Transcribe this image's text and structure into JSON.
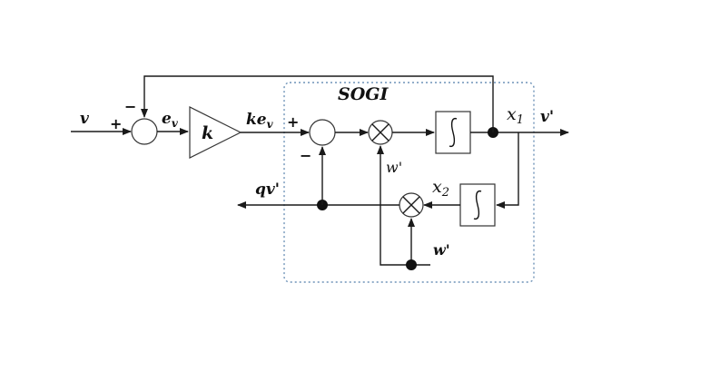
{
  "diagram": {
    "title": "SOGI",
    "labels": {
      "input": "v",
      "error": "e",
      "error_sub": "v",
      "gain": "k",
      "gain_out": "ke",
      "gain_out_sub": "v",
      "x1": "x",
      "x1_sub": "1",
      "output": "v'",
      "x2": "x",
      "x2_sub": "2",
      "qv": "qv'",
      "w_inner": "w'",
      "w_bottom": "w'"
    },
    "signs": {
      "sum1_plus": "+",
      "sum1_minus": "−",
      "sum2_plus": "+",
      "sum2_minus": "−"
    },
    "colors": {
      "line": "#1a1a1a",
      "sogi_border": "#6f93b8"
    }
  }
}
